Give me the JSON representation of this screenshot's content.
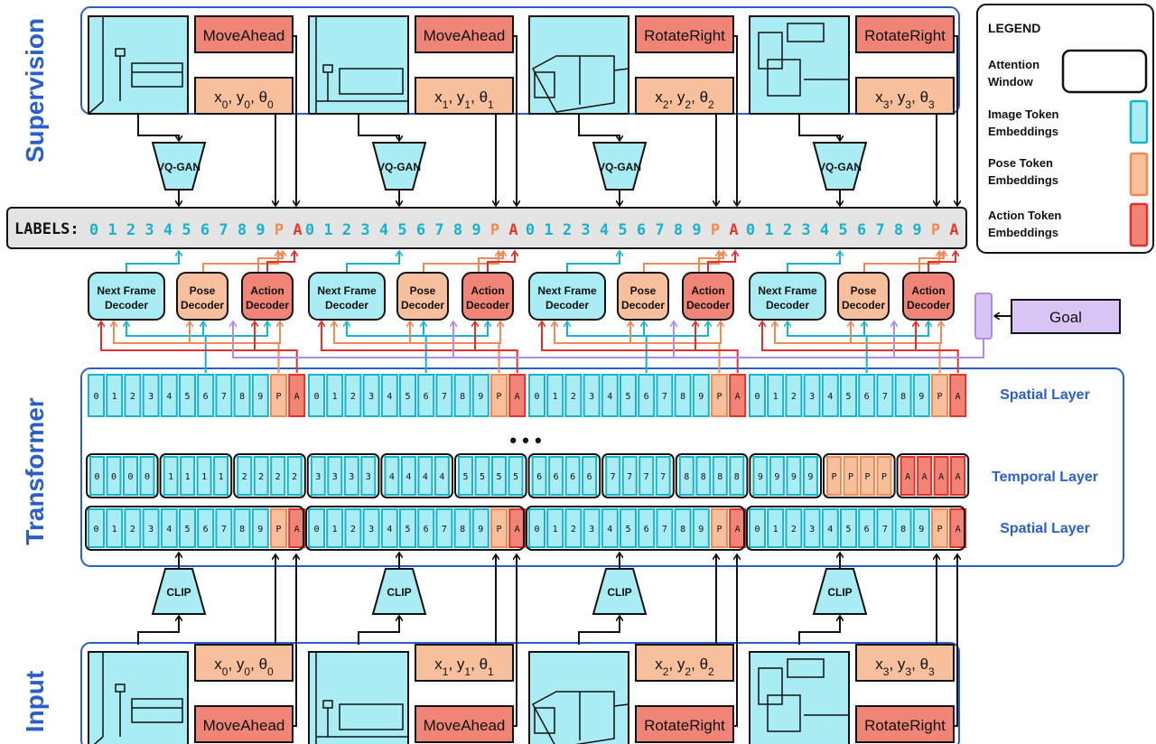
{
  "section_titles": {
    "supervision": "Supervision",
    "transformer": "Transformer",
    "input": "Input"
  },
  "supervision": {
    "frames": [
      {
        "action": "MoveAhead",
        "pose": {
          "x": "x",
          "y": "y",
          "theta": "θ",
          "sub": "0"
        }
      },
      {
        "action": "MoveAhead",
        "pose": {
          "x": "x",
          "y": "y",
          "theta": "θ",
          "sub": "1"
        }
      },
      {
        "action": "RotateRight",
        "pose": {
          "x": "x",
          "y": "y",
          "theta": "θ",
          "sub": "2"
        }
      },
      {
        "action": "RotateRight",
        "pose": {
          "x": "x",
          "y": "y",
          "theta": "θ",
          "sub": "3"
        }
      }
    ],
    "encoder_label": "VQ-GAN"
  },
  "input": {
    "frames": [
      {
        "action": "MoveAhead",
        "pose": {
          "x": "x",
          "y": "y",
          "theta": "θ",
          "sub": "0"
        }
      },
      {
        "action": "MoveAhead",
        "pose": {
          "x": "x",
          "y": "y",
          "theta": "θ",
          "sub": "1"
        }
      },
      {
        "action": "RotateRight",
        "pose": {
          "x": "x",
          "y": "y",
          "theta": "θ",
          "sub": "2"
        }
      },
      {
        "action": "RotateRight",
        "pose": {
          "x": "x",
          "y": "y",
          "theta": "θ",
          "sub": "3"
        }
      }
    ],
    "encoder_label": "CLIP"
  },
  "labels": {
    "title": "LABELS:",
    "tokens": [
      "0",
      "1",
      "2",
      "3",
      "4",
      "5",
      "6",
      "7",
      "8",
      "9",
      "P",
      "A"
    ]
  },
  "decoders": {
    "next_frame": [
      "Next Frame",
      "Decoder"
    ],
    "pose": [
      "Pose",
      "Decoder"
    ],
    "action": [
      "Action",
      "Decoder"
    ]
  },
  "goal_label": "Goal",
  "layers": {
    "spatial_top": "Spatial Layer",
    "temporal": "Temporal Layer",
    "spatial_bottom": "Spatial Layer",
    "ellipsis": "• • •"
  },
  "temporal_groups": [
    "0",
    "1",
    "2",
    "3",
    "4",
    "5",
    "6",
    "7",
    "8",
    "9",
    "P",
    "A"
  ],
  "legend": {
    "title": "LEGEND",
    "items": [
      {
        "kind": "attention",
        "label": [
          "Attention",
          "Window"
        ]
      },
      {
        "kind": "image",
        "label": [
          "Image Token",
          "Embeddings"
        ]
      },
      {
        "kind": "pose",
        "label": [
          "Pose Token",
          "Embeddings"
        ]
      },
      {
        "kind": "action",
        "label": [
          "Action Token",
          "Embeddings"
        ]
      }
    ]
  },
  "colors": {
    "blue_text": "#2b5fc8",
    "cyan": "#a9ecf4",
    "cyan_stroke": "#16b3cc",
    "pose_fill": "#f8bf9d",
    "pose_stroke": "#f08a55",
    "action_fill": "#f08577",
    "action_stroke": "#e5302a",
    "label_cyan": "#16b3cc",
    "label_orange": "#f28a55",
    "label_red": "#e33a2c",
    "purple": "#d8c4f5",
    "purple_stroke": "#b48ae8"
  }
}
